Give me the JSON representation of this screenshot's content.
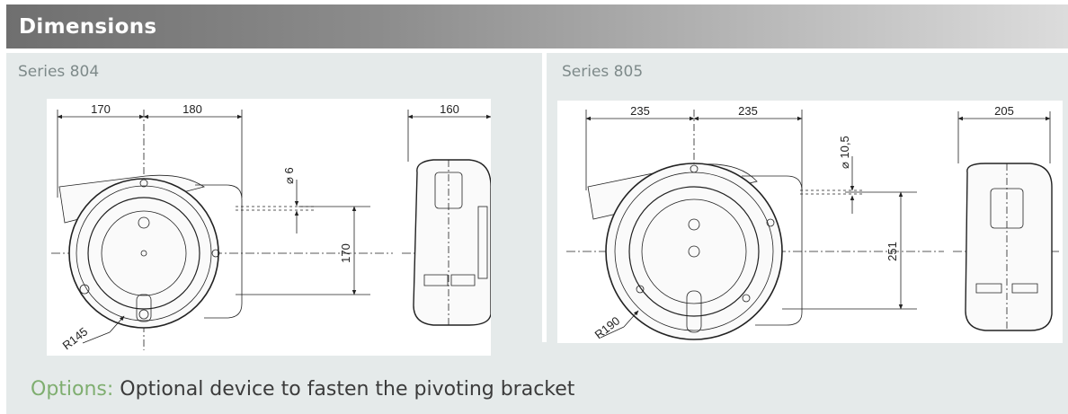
{
  "header": {
    "title": "Dimensions"
  },
  "series": [
    {
      "label": "Series 804",
      "dims": {
        "width_left": "170",
        "width_right": "180",
        "depth": "160",
        "diameter": "6",
        "height": "170",
        "radius": "R145"
      }
    },
    {
      "label": "Series 805",
      "dims": {
        "width_left": "235",
        "width_right": "235",
        "depth": "205",
        "diameter": "10,5",
        "height": "251",
        "radius": "R190"
      }
    }
  ],
  "options": {
    "label": "Options:",
    "text": "Optional device to fasten the pivoting bracket"
  },
  "colors": {
    "header_dark": "#6f6f6f",
    "panel_bg": "#e5eaea",
    "series_label": "#7e8a8a",
    "options_accent": "#7fae70"
  }
}
